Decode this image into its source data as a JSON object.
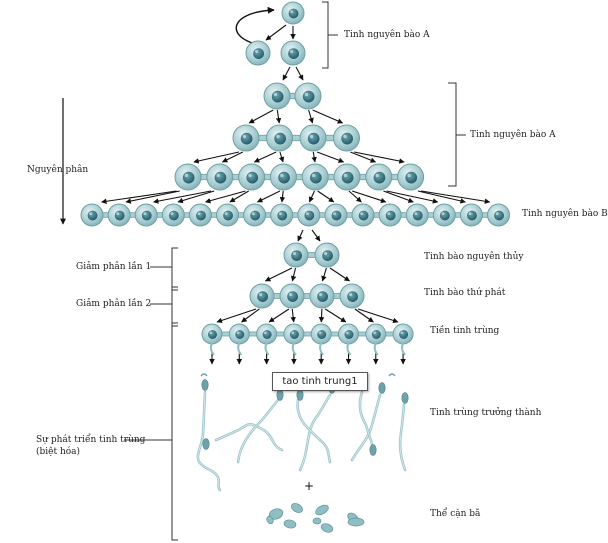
{
  "labels": {
    "spermatogonia_a_top": "Tinh nguyên bào A",
    "spermatogonia_a_mid": "Tinh nguyên bào A",
    "spermatogonia_b": "Tinh nguyên bào B",
    "mitosis": "Nguyên phân",
    "meiosis_1": "Giảm phân lần 1",
    "meiosis_2": "Giảm phân lần 2",
    "primary_spermatocyte": "Tinh bào nguyên thủy",
    "secondary_spermatocyte": "Tinh bào thứ phát",
    "spermatid": "Tiền tinh trùng",
    "mature_sperm": "Tinh trùng trưởng thành",
    "differentiation_line1": "Sự phát triển tinh trùng",
    "differentiation_line2": "(biệt hóa)",
    "residual_bodies": "Thể cặn bã",
    "plus_sign": "+"
  },
  "tooltip": {
    "text": "tao tinh trung1"
  },
  "colors": {
    "cell_fill": "#a9cfd3",
    "cell_stroke": "#6f9ea5",
    "nucleus": "#2f6e7a",
    "arrow": "#111111",
    "sperm": "#9fc6cb"
  }
}
